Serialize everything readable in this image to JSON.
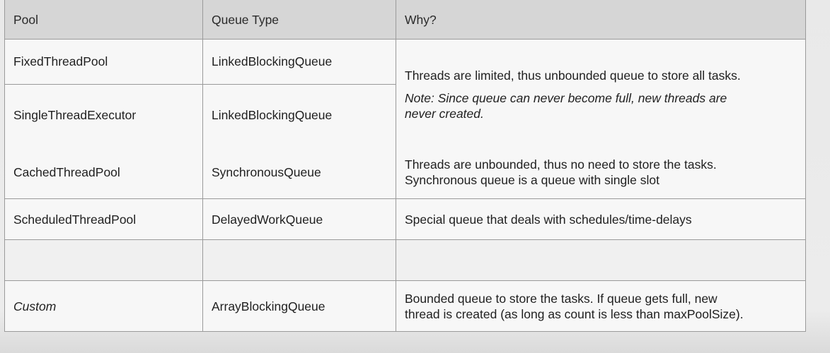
{
  "table": {
    "headers": [
      "Pool",
      "Queue Type",
      "Why?"
    ],
    "group": {
      "rows": [
        {
          "pool": "FixedThreadPool",
          "queue": "LinkedBlockingQueue"
        },
        {
          "pool": "SingleThreadExecutor",
          "queue": "LinkedBlockingQueue"
        }
      ],
      "why": "Threads are limited, thus unbounded queue to store all tasks.",
      "note_line1": "Note: Since queue can never become full, new threads are",
      "note_line2": "never created."
    },
    "cached": {
      "pool": "CachedThreadPool",
      "queue": "SynchronousQueue",
      "why_line1": "Threads are unbounded, thus no need to store the tasks.",
      "why_line2": "Synchronous queue is a queue with single slot"
    },
    "scheduled": {
      "pool": "ScheduledThreadPool",
      "queue": "DelayedWorkQueue",
      "why": "Special queue that deals with schedules/time-delays"
    },
    "custom": {
      "pool": "Custom",
      "queue": "ArrayBlockingQueue",
      "why_line1": "Bounded queue to store the tasks. If queue gets full, new",
      "why_line2": "thread is created (as long as count is less than maxPoolSize)."
    }
  }
}
